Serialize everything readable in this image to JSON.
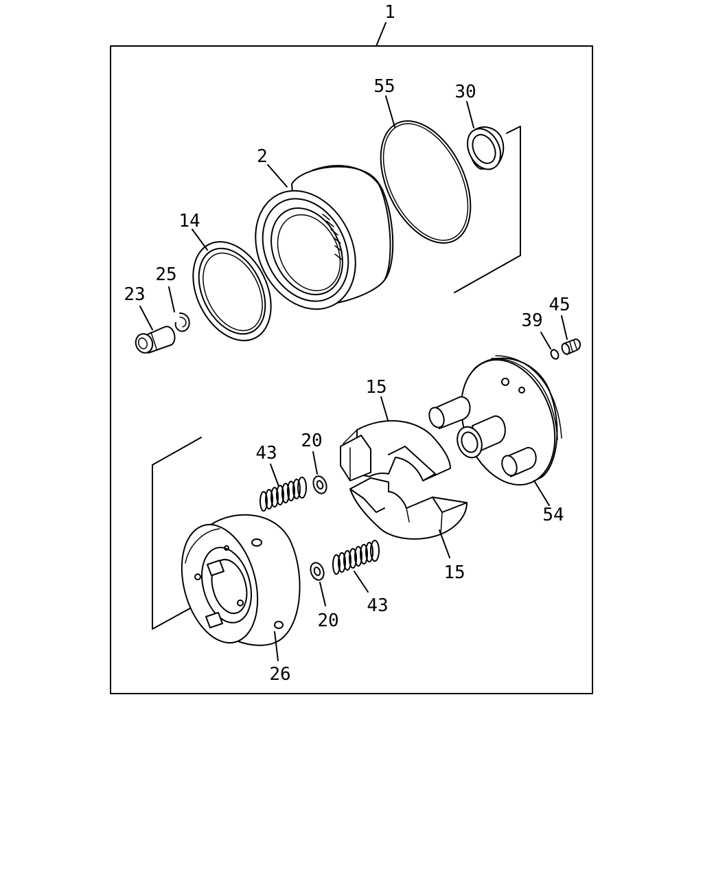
{
  "diagram": {
    "assembly_label": "1",
    "callouts": {
      "body": "2",
      "seal_ring": "14",
      "slipper_upper": "15",
      "slipper_lower": "15",
      "washer_upper": "20",
      "washer_lower": "20",
      "pin": "23",
      "snap_ring": "25",
      "rotor_hub": "26",
      "oil_seal": "30",
      "small_washer": "39",
      "spring_upper": "43",
      "spring_lower": "43",
      "plug_screw": "45",
      "cover_plate": "54",
      "o_ring": "55"
    }
  }
}
